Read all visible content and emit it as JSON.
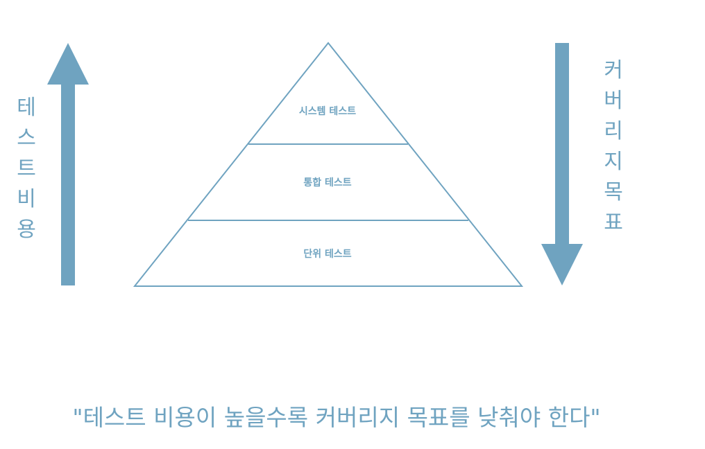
{
  "colors": {
    "accent": "#6fa3c0",
    "background": "#ffffff"
  },
  "pyramid": {
    "layers": [
      {
        "label": "시스템 테스트"
      },
      {
        "label": "통합 테스트"
      },
      {
        "label": "단위 테스트"
      }
    ]
  },
  "left_arrow": {
    "direction": "up",
    "label": "테스트비용"
  },
  "right_arrow": {
    "direction": "down",
    "label": "커버리지목표"
  },
  "caption": "\"테스트 비용이 높을수록 커버리지 목표를 낮춰야 한다\""
}
